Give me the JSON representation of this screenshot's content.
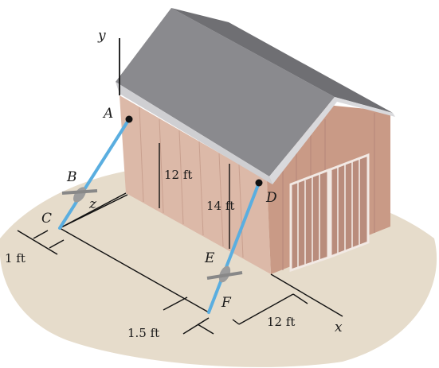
{
  "axes": {
    "x": "x",
    "y": "y",
    "z": "z"
  },
  "points": {
    "A": "A",
    "B": "B",
    "C": "C",
    "D": "D",
    "E": "E",
    "F": "F"
  },
  "dimensions": {
    "height_A": "12 ft",
    "height_D": "14 ft",
    "offset_C": "1 ft",
    "offset_F": "1.5 ft",
    "distance_F": "12 ft"
  },
  "colors": {
    "roof": "#8a8a8e",
    "roof_edge": "#cfcfd2",
    "wall_front": "#dcb9a8",
    "wall_side": "#c99a86",
    "ground": "#e6dccb",
    "cable": "#5aaee0"
  }
}
